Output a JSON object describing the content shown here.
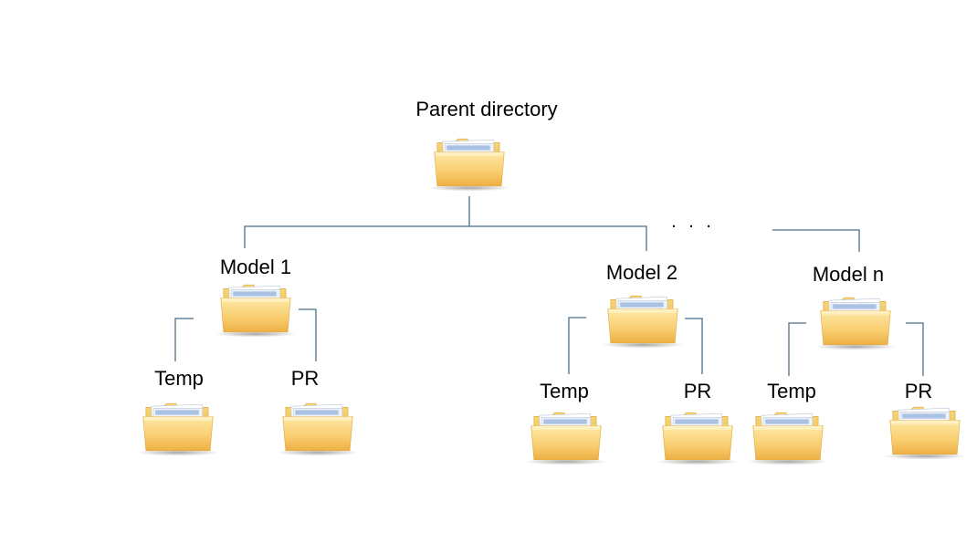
{
  "diagram": {
    "root": {
      "label": "Parent directory"
    },
    "models": [
      {
        "label": "Model 1",
        "children": [
          {
            "label": "Temp"
          },
          {
            "label": "PR"
          }
        ]
      },
      {
        "label": "Model 2",
        "children": [
          {
            "label": "Temp"
          },
          {
            "label": "PR"
          }
        ]
      },
      {
        "label": "Model n",
        "children": [
          {
            "label": "Temp"
          },
          {
            "label": "PR"
          }
        ]
      }
    ],
    "ellipsis": ". . .",
    "icon": "folder-icon",
    "colors": {
      "connector": "#4a6f8a",
      "folder_front_top": "#fde49a",
      "folder_front_bottom": "#f2b84b",
      "folder_back": "#f7cf5e",
      "paper": "#eef3fa",
      "paper_blue": "#9fbbe0"
    }
  }
}
